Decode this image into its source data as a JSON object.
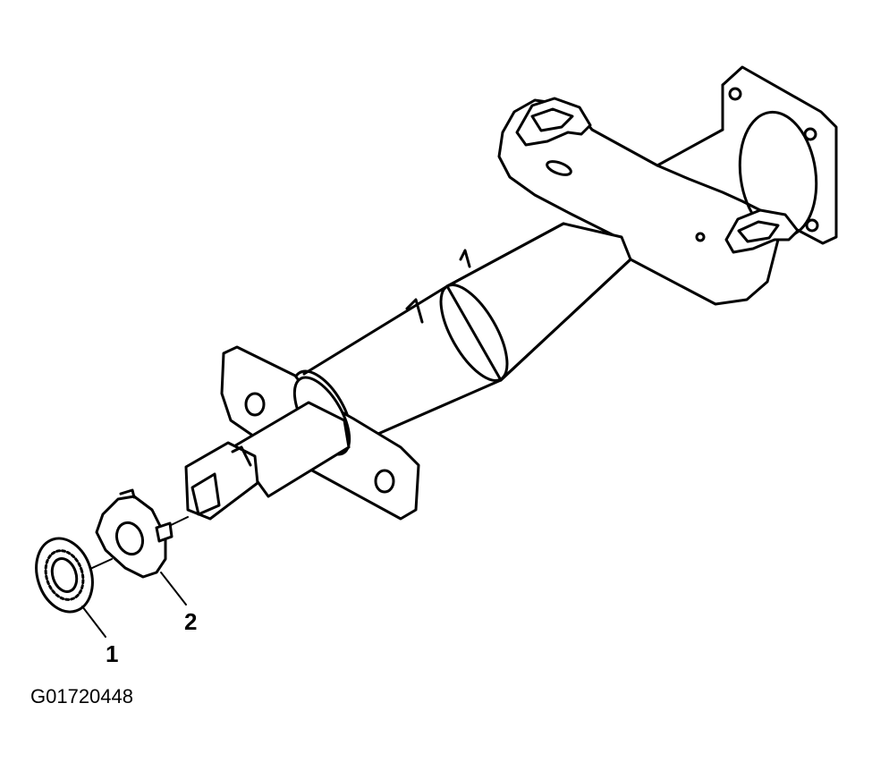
{
  "callouts": {
    "c1": "1",
    "c2": "2"
  },
  "figure_id": "G01720448",
  "colors": {
    "ink": "#000000",
    "paper": "#ffffff"
  }
}
